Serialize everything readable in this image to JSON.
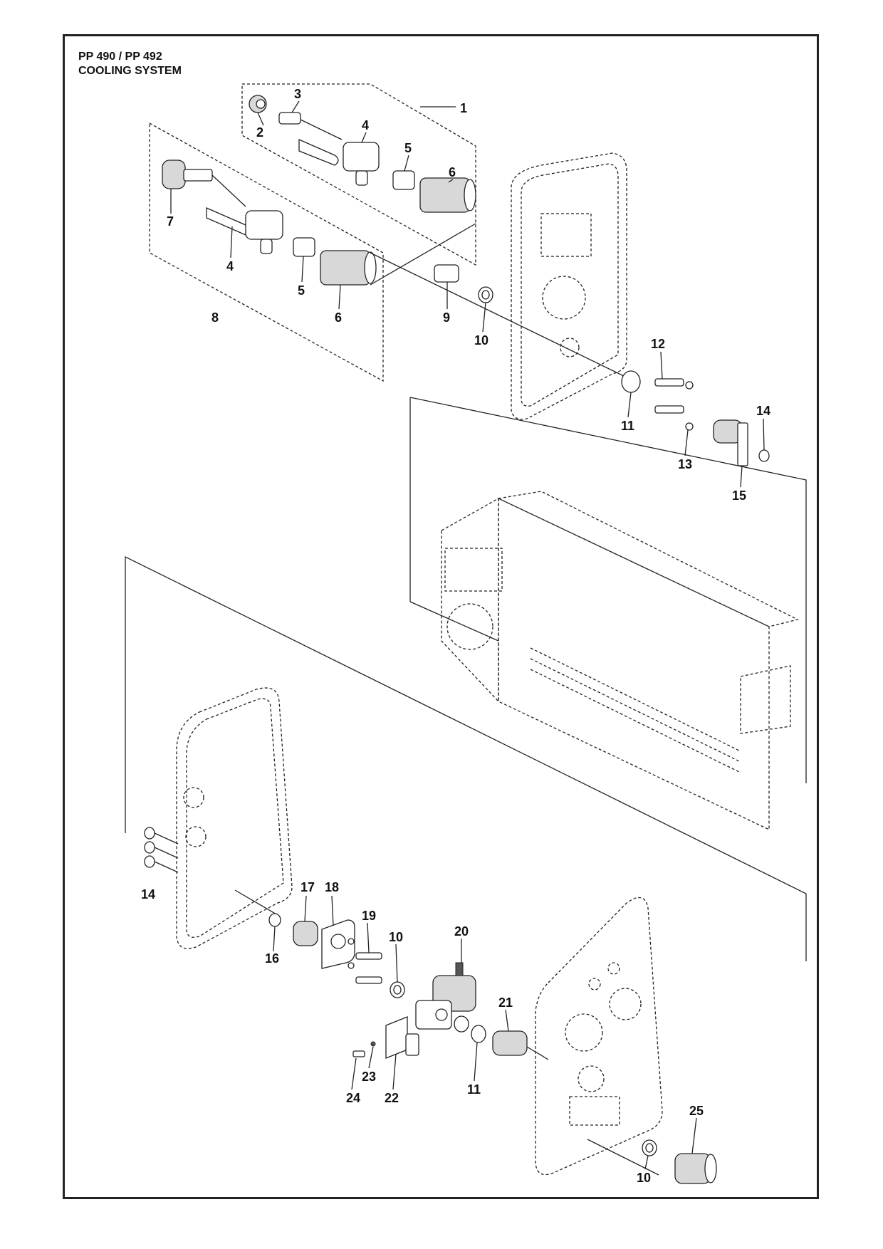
{
  "header": {
    "model": "PP 490 / PP 492",
    "section": "COOLING SYSTEM"
  },
  "callouts": [
    "1",
    "2",
    "3",
    "4",
    "5",
    "6",
    "7",
    "4",
    "5",
    "6",
    "8",
    "9",
    "10",
    "11",
    "12",
    "13",
    "14",
    "15",
    "14",
    "16",
    "17",
    "18",
    "19",
    "10",
    "20",
    "21",
    "11",
    "22",
    "23",
    "24",
    "10",
    "25"
  ]
}
